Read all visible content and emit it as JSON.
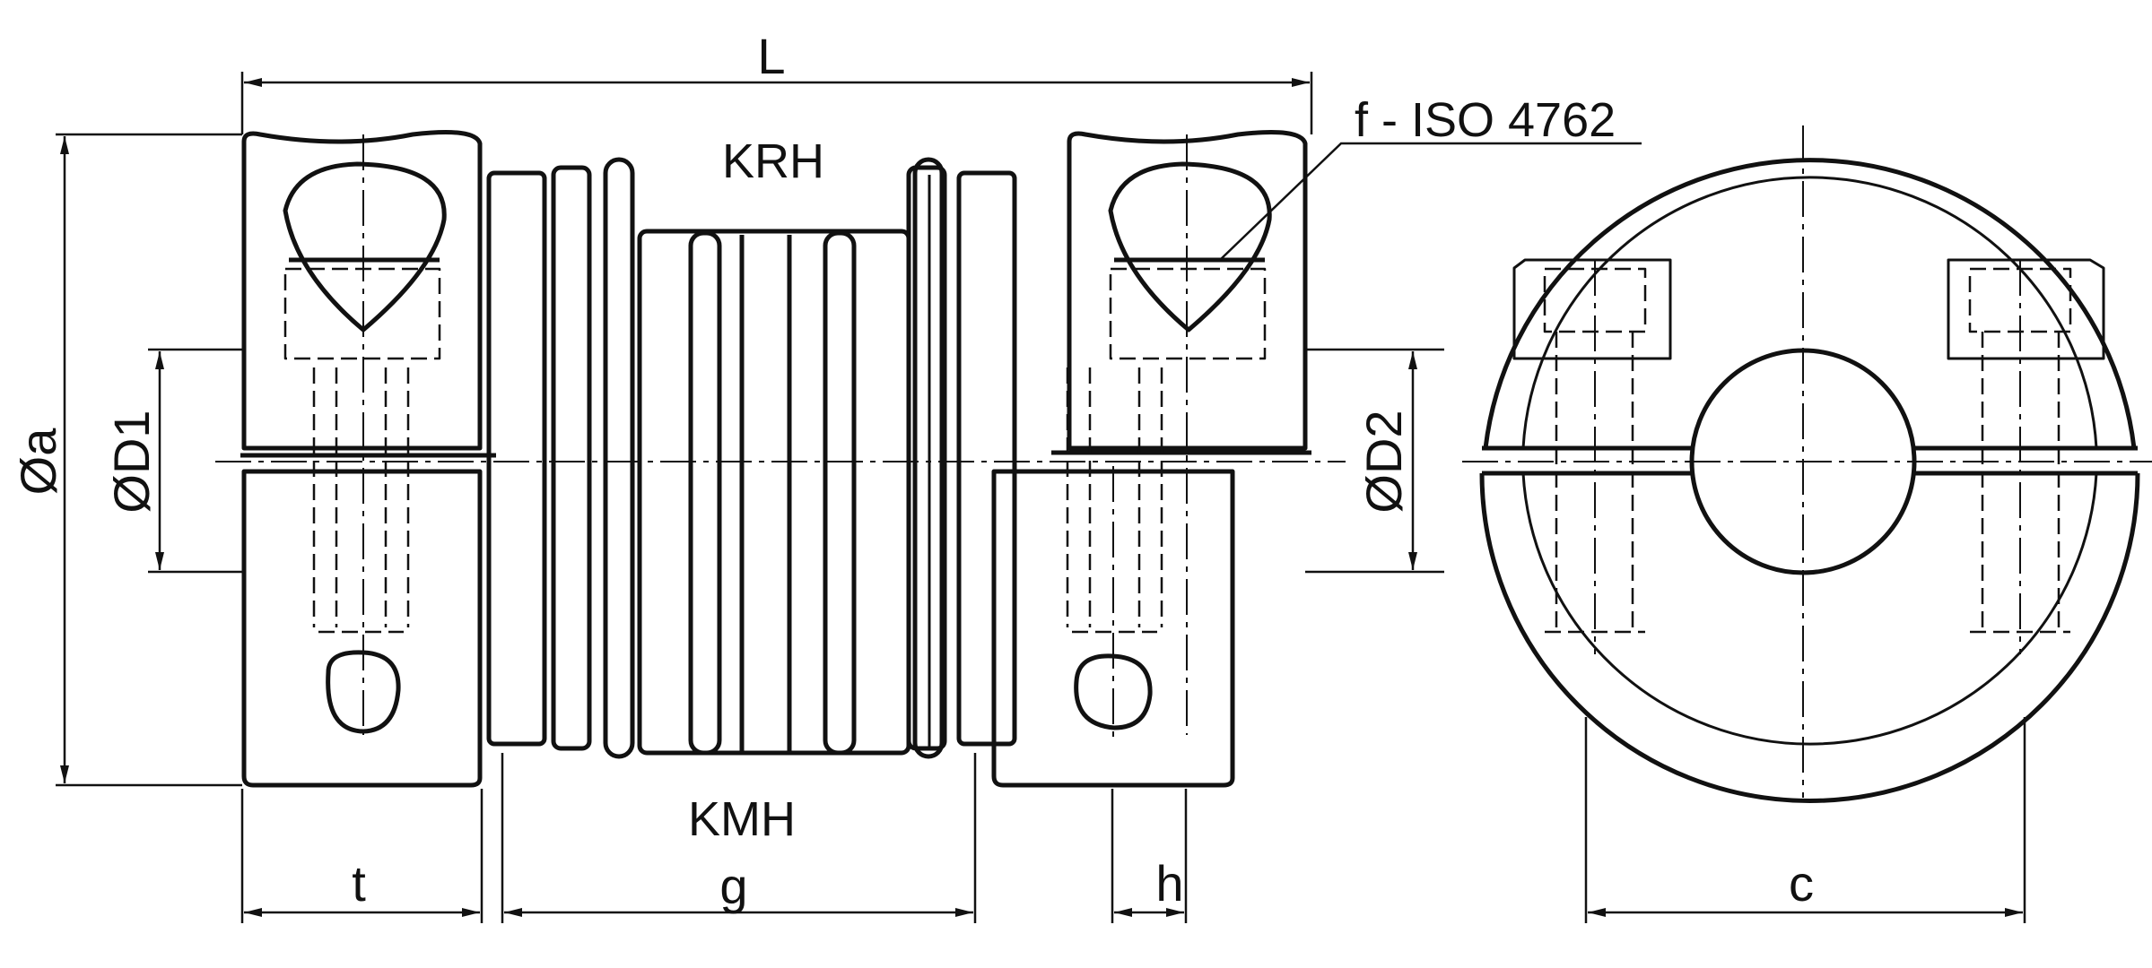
{
  "labels": {
    "length": "L",
    "outer_diameter": "Øa",
    "bore_d1": "ØD1",
    "bore_d2": "ØD2",
    "variant_top": "KRH",
    "variant_bottom": "KMH",
    "screw_spec": "f - ISO 4762",
    "dim_t": "t",
    "dim_g": "g",
    "dim_h": "h",
    "dim_c": "c"
  },
  "colors": {
    "ink": "#111111",
    "background": "#ffffff"
  }
}
